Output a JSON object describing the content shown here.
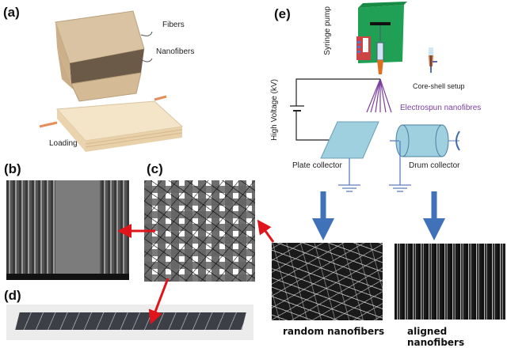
{
  "panels": {
    "a": {
      "label": "(a)",
      "labels": {
        "fibers": "Fibers",
        "nanofibers": "Nanofibers",
        "loading": "Loading"
      }
    },
    "b": {
      "label": "(b)"
    },
    "c": {
      "label": "(c)"
    },
    "d": {
      "label": "(d)"
    },
    "e": {
      "label": "(e)",
      "labels": {
        "syringe_pump": "Syringe pump",
        "high_voltage": "High Voltage (kV)",
        "core_shell": "Core-shell setup",
        "electrospun": "Electrospun nanofibres",
        "plate_collector": "Plate collector",
        "drum_collector": "Drum collector"
      }
    },
    "random": {
      "caption": "random nanofibers"
    },
    "aligned": {
      "caption": "aligned nanofibers"
    }
  },
  "colors": {
    "arrow_red": "#e0141b",
    "arrow_blue": "#3f72b8",
    "pump_green": "#1fa055",
    "nozzle_orange": "#e0701e",
    "fiber_purple": "#7b3fa0",
    "collector_blue": "#9ed0e0",
    "ground_blue": "#5b7fc0"
  }
}
